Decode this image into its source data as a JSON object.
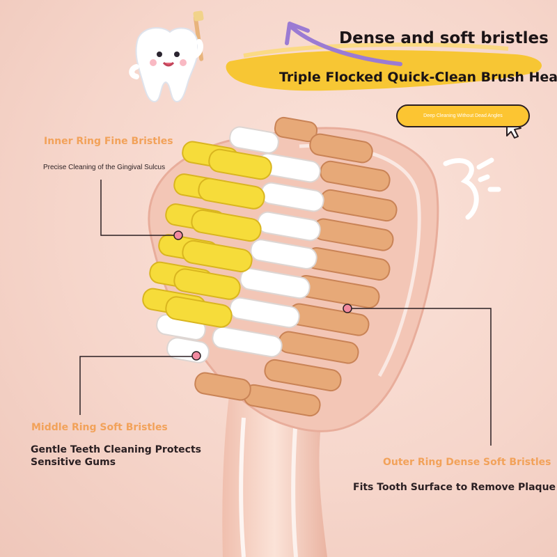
{
  "headline": {
    "title": "Dense and soft bristles",
    "subtitle": "Triple Flocked Quick-Clean Brush Head"
  },
  "badge": {
    "label": "Deep Cleaning Without Dead Angles",
    "fill_color": "#fcc532"
  },
  "callouts": {
    "inner": {
      "heading": "Inner Ring Fine Bristles",
      "description": "Precise Cleaning of the Gingival Sulcus"
    },
    "middle": {
      "heading": "Middle Ring Soft Bristles",
      "description": "Gentle Teeth Cleaning Protects Sensitive Gums"
    },
    "outer": {
      "heading": "Outer Ring Dense Soft Bristles",
      "description": "Fits Tooth Surface to Remove Plaque"
    }
  },
  "colors": {
    "heading_accent": "#f2a25a",
    "marker": "#f28aa0",
    "inner_bristles": "#f6dc3a",
    "middle_bristles": "#ffffff",
    "outer_bristles": "#e7a978",
    "handle": "#f3c9b8"
  },
  "icons": [
    "tooth-mascot-icon",
    "curved-arrow-icon",
    "cursor-icon",
    "doodle-icon"
  ]
}
